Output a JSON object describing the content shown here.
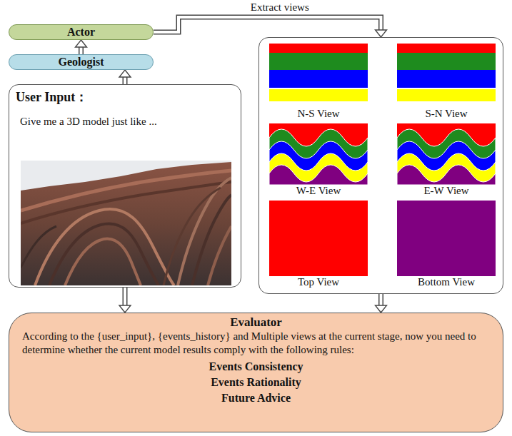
{
  "diagram": {
    "nodes": [
      {
        "text": [
          "Actor"
        ]
      },
      {
        "text": [
          "Geologist"
        ]
      },
      {
        "text": [
          "User Input：",
          "Give me a 3D model just like ..."
        ]
      },
      {
        "text": []
      },
      {
        "text": [
          "N-S View"
        ],
        "in": 3
      },
      {
        "text": [
          "S-N View"
        ],
        "in": 3
      },
      {
        "text": [
          "W-E View"
        ],
        "in": 3
      },
      {
        "text": [
          "E-W View"
        ],
        "in": 3
      },
      {
        "text": [
          "Top View"
        ],
        "in": 3
      },
      {
        "text": [
          "Bottom View"
        ],
        "in": 3
      },
      {
        "text": [
          "Evaluator",
          "According to the {user_input}, {events_history} and Multiple views at the current stage, now you need to determine whether the current model results comply with the following rules:",
          "Events Consistency",
          "Events Rationality",
          "Future Advice"
        ]
      }
    ],
    "edges": [
      {
        "from": 0,
        "to": 3,
        "label": "Extract views",
        "arrow": "to"
      },
      {
        "from": 1,
        "to": 0,
        "arrow": "to"
      },
      {
        "from": 2,
        "to": 1,
        "arrow": "to"
      },
      {
        "from": 2,
        "to": 10,
        "arrow": "to"
      },
      {
        "from": 3,
        "to": 10,
        "arrow": "to"
      }
    ]
  }
}
